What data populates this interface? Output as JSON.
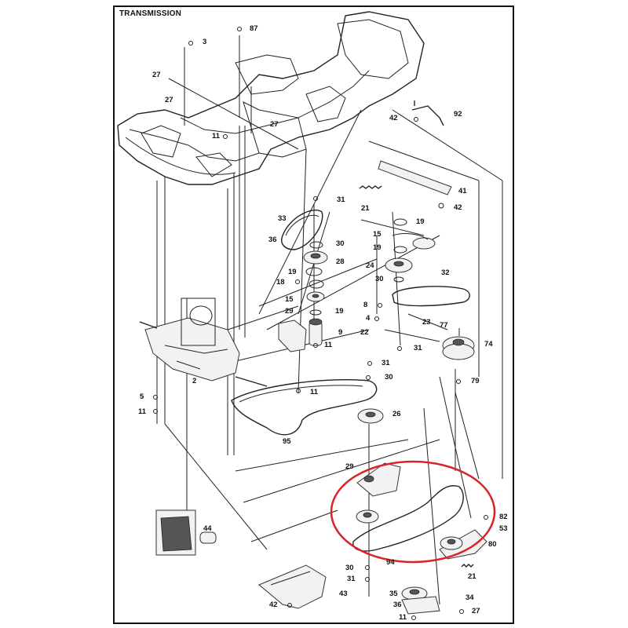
{
  "title": "TRANSMISSION",
  "highlight_color": "#d9252a",
  "labels": {
    "l3": "3",
    "l87": "87",
    "l27a": "27",
    "l27b": "27",
    "l42a": "42",
    "l92": "92",
    "l11a": "11",
    "l27c": "27",
    "l41": "41",
    "l42b": "42",
    "l31a": "31",
    "l21a": "21",
    "l33": "33",
    "l19a": "19",
    "l36": "36",
    "l30a": "30",
    "l15a": "15",
    "l28": "28",
    "l19b": "19",
    "l24": "24",
    "l32": "32",
    "l18": "18",
    "l30b": "30",
    "l15b": "15",
    "l19c": "19",
    "l8": "8",
    "l29a": "29",
    "l19d": "19",
    "l4": "4",
    "l23": "23",
    "l22": "22",
    "l9": "9",
    "l77": "77",
    "l74": "74",
    "l11b": "11",
    "l31b": "31",
    "l31c": "31",
    "l2": "2",
    "l30c": "30",
    "l79": "79",
    "l11c": "11",
    "l5": "5",
    "l11d": "11",
    "l26": "26",
    "l95": "95",
    "l29b": "29",
    "l82": "82",
    "l53": "53",
    "l44": "44",
    "l80": "80",
    "l94": "94",
    "l30d": "30",
    "l31d": "31",
    "l21b": "21",
    "l43": "43",
    "l35": "35",
    "l34": "34",
    "l36b": "36",
    "l42c": "42",
    "l27d": "27",
    "l11e": "11"
  }
}
